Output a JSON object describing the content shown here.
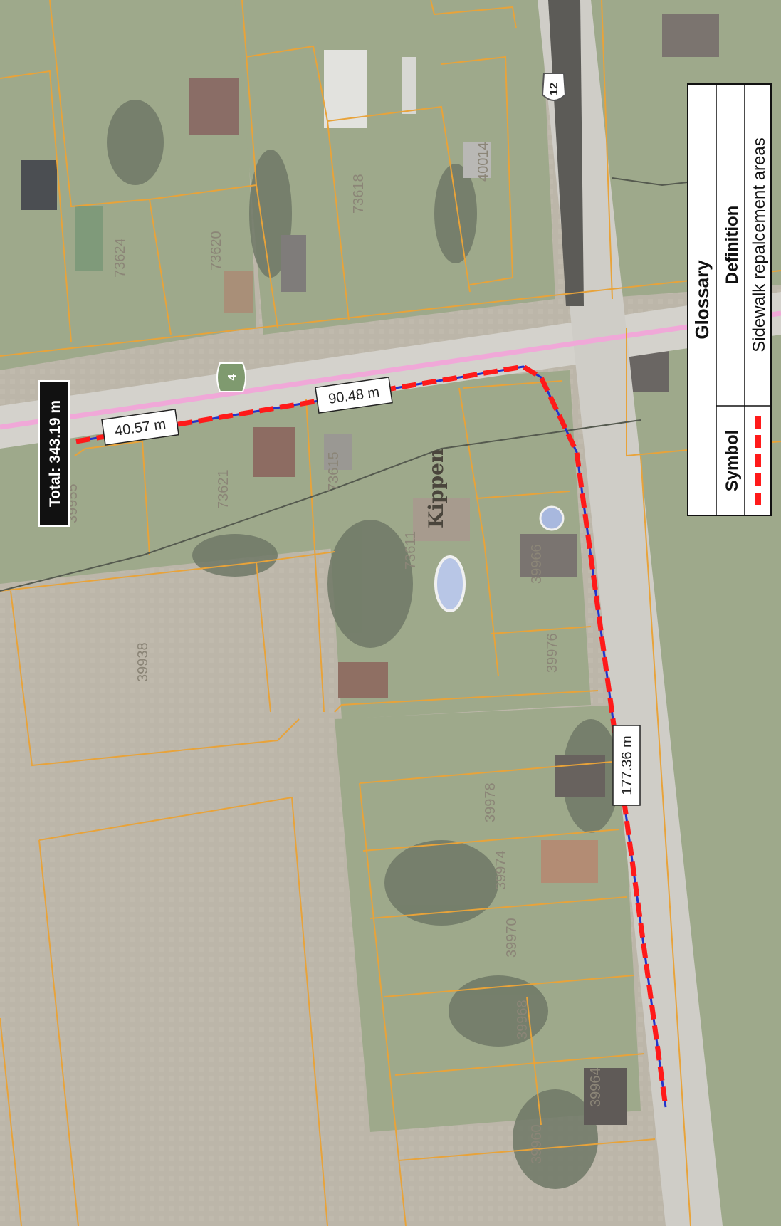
{
  "map": {
    "place_name": "Kippen",
    "highway_shield": "12",
    "county_road_shield": "4",
    "parcel_numbers": [
      "73624",
      "73620",
      "73618",
      "40014",
      "73621",
      "73615",
      "73611",
      "39938",
      "39966",
      "39976",
      "39978",
      "39974",
      "39970",
      "39968",
      "39964",
      "39960",
      "39955"
    ],
    "measurements": {
      "total": "Total: 343.19 m",
      "segment_1": "40.57 m",
      "segment_2": "90.48 m",
      "segment_3": "177.36 m"
    },
    "colors": {
      "sidewalk_dash": "#ff1a1a",
      "route_line": "#2233cc",
      "road_highlight": "#f4a6dc",
      "parcel_line": "#e8a33a"
    }
  },
  "glossary": {
    "title": "Glossary",
    "col_symbol": "Symbol",
    "col_definition": "Definition",
    "row_definition": "Sidewalk repalcement areas"
  }
}
